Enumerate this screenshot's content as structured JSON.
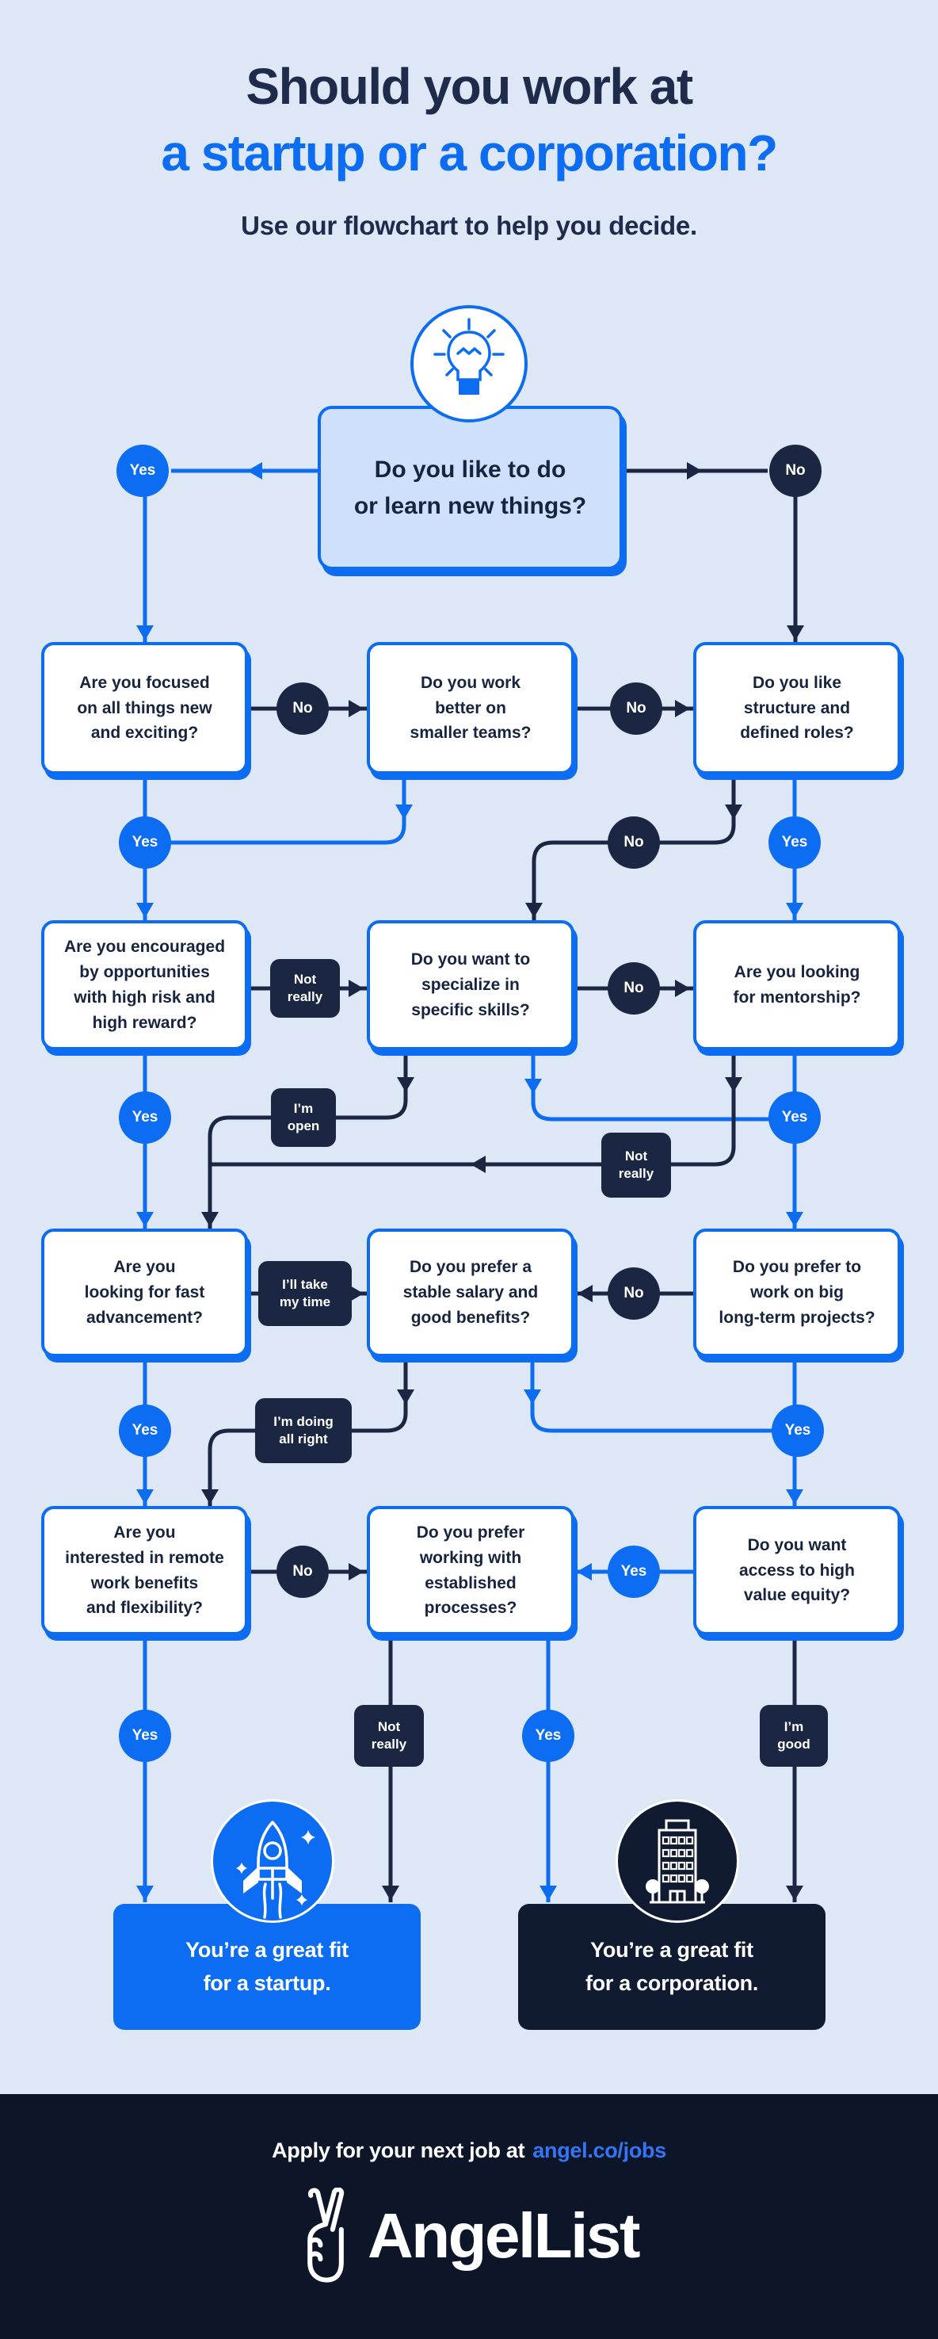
{
  "title": {
    "line1": "Should you work at",
    "line2": "a startup or a corporation?",
    "subtitle": "Use our flowchart to help you decide."
  },
  "colors": {
    "background": "#dde7f6",
    "blue": "#0c6cf2",
    "dark_navy": "#1b2742",
    "main_box_fill": "#cfe0fb",
    "box_text": "#17243f",
    "title_text": "#1e2b4a",
    "result_corporation_bg": "#101b32",
    "footer_bg": "#0c1628",
    "link_blue": "#3575f5",
    "white": "#ffffff"
  },
  "icons": {
    "header": "lightbulb-icon",
    "startup": "rocket-icon",
    "corporation": "building-icon",
    "brand": "peace-hand-icon"
  },
  "questions": {
    "q1": "Do you like to do\nor learn new things?",
    "focused_new": "Are you focused\non all things new\nand exciting?",
    "smaller_teams": "Do you work\nbetter on\nsmaller teams?",
    "structure_roles": "Do you like\nstructure and\ndefined roles?",
    "high_risk": "Are you encouraged\nby opportunities\nwith high risk and\nhigh reward?",
    "specialize": "Do you want to\nspecialize in\nspecific skills?",
    "mentorship": "Are you looking\nfor mentorship?",
    "fast_advancement": "Are you\nlooking for fast\nadvancement?",
    "stable_salary": "Do you prefer a\nstable salary and\ngood benefits?",
    "long_term": "Do you prefer to\nwork on big\nlong-term projects?",
    "remote_work": "Are you\ninterested in remote\nwork benefits\nand flexibility?",
    "established": "Do you prefer\nworking with\nestablished\nprocesses?",
    "equity": "Do you want\naccess to high\nvalue equity?"
  },
  "answers": {
    "yes": "Yes",
    "no": "No",
    "not_really": "Not\nreally",
    "im_open": "I’m\nopen",
    "ill_take_my_time": "I’ll take\nmy time",
    "im_doing_all_right": "I’m doing\nall right",
    "im_good": "I’m\ngood"
  },
  "results": {
    "startup": {
      "line1": "You’re a great fit",
      "line2_prefix": "for a ",
      "line2_bold": "startup",
      "line2_suffix": "."
    },
    "corporation": {
      "line1": "You’re a great fit",
      "line2_prefix": "for a ",
      "line2_bold": "corporation",
      "line2_suffix": "."
    }
  },
  "footer": {
    "apply_prefix": "Apply for your next job at",
    "apply_link": "angel.co/jobs",
    "brand": "AngelList"
  }
}
